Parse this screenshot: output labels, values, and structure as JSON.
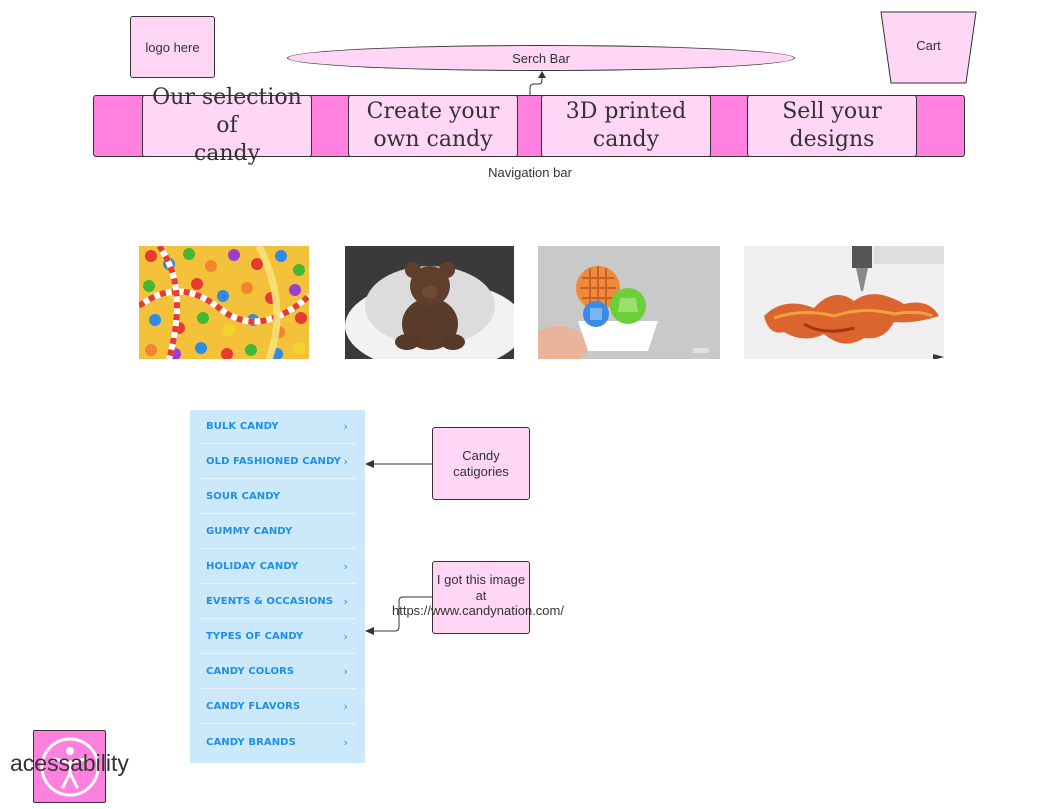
{
  "header": {
    "logo_label": "logo here",
    "search_label": "Serch Bar",
    "cart_label": "Cart"
  },
  "nav": {
    "items": [
      {
        "line1": "Our selection of",
        "line2": "candy"
      },
      {
        "line1": "Create your",
        "line2": "own candy"
      },
      {
        "line1": "3D printed",
        "line2": "candy"
      },
      {
        "line1": "Sell your",
        "line2": "designs"
      }
    ],
    "caption": "Navigation bar"
  },
  "images": [
    {
      "name": "assorted-candy-photo"
    },
    {
      "name": "chocolate-bear-photo"
    },
    {
      "name": "3d-printed-candy-cupcake-photo"
    },
    {
      "name": "3d-printing-candy-photo"
    }
  ],
  "categories": [
    {
      "label": "BULK CANDY",
      "chevron": "›"
    },
    {
      "label": "OLD FASHIONED CANDY",
      "chevron": "›"
    },
    {
      "label": "SOUR CANDY",
      "chevron": ""
    },
    {
      "label": "GUMMY CANDY",
      "chevron": ""
    },
    {
      "label": "HOLIDAY CANDY",
      "chevron": "›"
    },
    {
      "label": "EVENTS & OCCASIONS",
      "chevron": "›"
    },
    {
      "label": "TYPES OF CANDY",
      "chevron": "›"
    },
    {
      "label": "CANDY COLORS",
      "chevron": "›"
    },
    {
      "label": "CANDY FLAVORS",
      "chevron": "›"
    },
    {
      "label": "CANDY BRANDS",
      "chevron": "›"
    }
  ],
  "notes": {
    "categories_note": "Candy catigories",
    "source_note": "I got this image at",
    "source_url": "https://www.candynation.com/"
  },
  "accessibility": {
    "label": "acessability",
    "icon": "accessibility-icon"
  },
  "colors": {
    "pink_light": "#ffd6f5",
    "pink_bright": "#ff80df",
    "list_bg": "#cce9fb",
    "list_text": "#1f8fe6"
  }
}
